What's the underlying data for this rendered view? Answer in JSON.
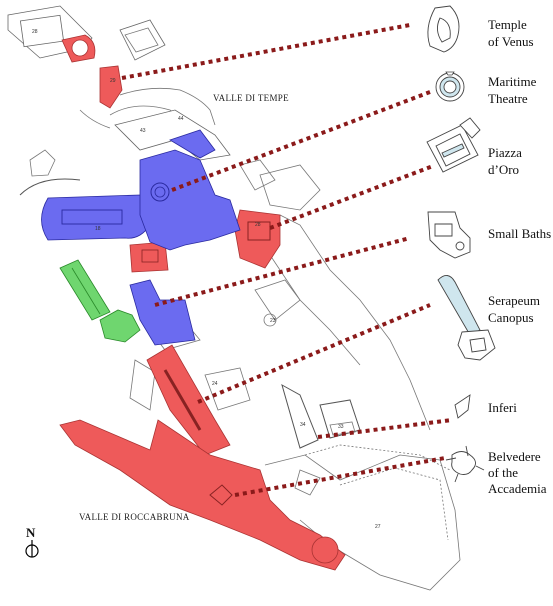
{
  "valley_labels": {
    "tempe": "VALLE DI TEMPE",
    "roccabruna": "VALLE DI ROCCABRUNA"
  },
  "north_label": "N",
  "legend": [
    {
      "id": "temple-of-venus",
      "lines": [
        "Temple",
        "of Venus"
      ]
    },
    {
      "id": "maritime-theatre",
      "lines": [
        "Maritime",
        "Theatre"
      ]
    },
    {
      "id": "piazza-d-oro",
      "lines": [
        "Piazza",
        "d’Oro"
      ]
    },
    {
      "id": "small-baths",
      "lines": [
        "Small Baths"
      ]
    },
    {
      "id": "serapeum-canopus",
      "lines": [
        "Serapeum",
        "Canopus"
      ]
    },
    {
      "id": "inferi",
      "lines": [
        "Inferi"
      ]
    },
    {
      "id": "belvedere",
      "lines": [
        "Belvedere",
        "of the",
        "Accademia"
      ]
    }
  ],
  "colors": {
    "highlight_red": "#ee5a5a",
    "highlight_blue": "#6b6bf0",
    "highlight_green": "#6fd66f",
    "leader": "#8b1a1a",
    "outline": "#777777",
    "water": "#cfe6ee"
  }
}
